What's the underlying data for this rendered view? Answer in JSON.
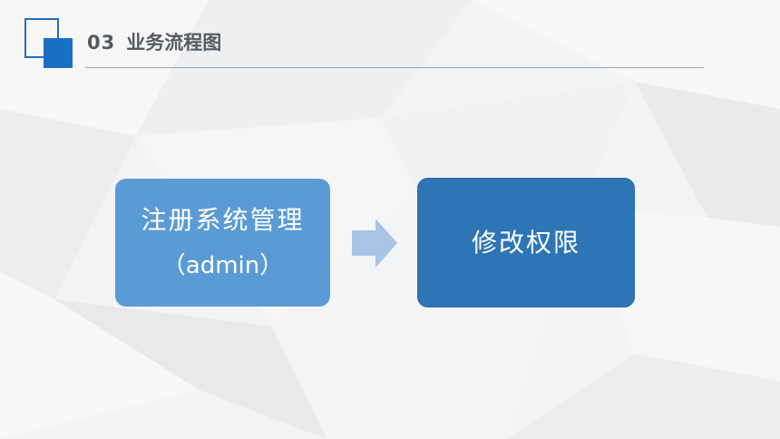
{
  "header": {
    "section_number": "03",
    "section_title": "业务流程图"
  },
  "flow": {
    "step1_title": "注册系统管理",
    "step1_sub": "（admin）",
    "step2_title": "修改权限"
  },
  "colors": {
    "accent": "#1a6fc4",
    "step1_fill": "#5b9bd5",
    "step2_fill": "#2e75b6",
    "arrow_fill": "#a9c4e4"
  },
  "icons": {
    "connector": "arrow-right-icon"
  }
}
